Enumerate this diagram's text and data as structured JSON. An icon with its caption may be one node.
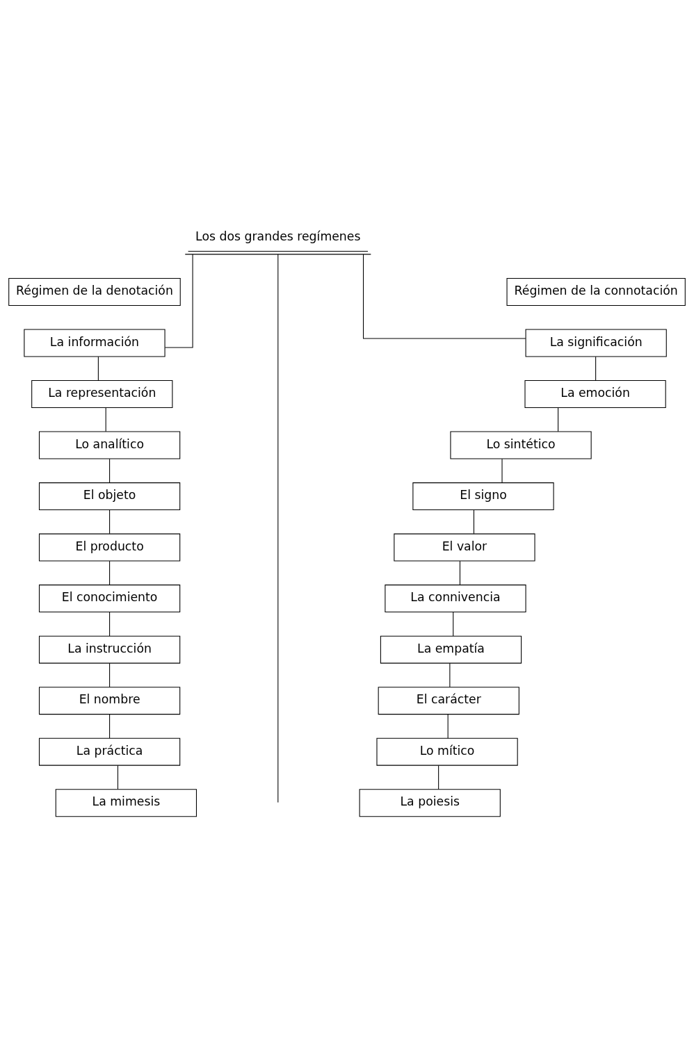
{
  "diagram": {
    "nodes": [
      {
        "text": [
          "Los dos grandes regímenes"
        ]
      },
      {
        "text": [
          "Régimen de la denotación"
        ]
      },
      {
        "text": [
          "Régimen de la connotación"
        ]
      },
      {
        "text": [
          "La información"
        ]
      },
      {
        "text": [
          "La representación"
        ]
      },
      {
        "text": [
          "Lo analítico"
        ]
      },
      {
        "text": [
          "El objeto"
        ]
      },
      {
        "text": [
          "El producto"
        ]
      },
      {
        "text": [
          "El conocimiento"
        ]
      },
      {
        "text": [
          "La instrucción"
        ]
      },
      {
        "text": [
          "El nombre"
        ]
      },
      {
        "text": [
          "La práctica"
        ]
      },
      {
        "text": [
          "La mimesis"
        ]
      },
      {
        "text": [
          "La significación"
        ]
      },
      {
        "text": [
          "La emoción"
        ]
      },
      {
        "text": [
          "Lo sintético"
        ]
      },
      {
        "text": [
          "El signo"
        ]
      },
      {
        "text": [
          "El valor"
        ]
      },
      {
        "text": [
          "La connivencia"
        ]
      },
      {
        "text": [
          "La empatía"
        ]
      },
      {
        "text": [
          "El carácter"
        ]
      },
      {
        "text": [
          "Lo mítico"
        ]
      },
      {
        "text": [
          "La poiesis"
        ]
      }
    ],
    "edges": [
      {
        "from": 0,
        "to": 3,
        "arrow": "none"
      },
      {
        "from": 0,
        "to": 13,
        "arrow": "none"
      },
      {
        "from": 0,
        "to": null,
        "arrow": "none"
      },
      {
        "from": 3,
        "to": 4,
        "arrow": "none"
      },
      {
        "from": 4,
        "to": 5,
        "arrow": "none"
      },
      {
        "from": 5,
        "to": 6,
        "arrow": "none"
      },
      {
        "from": 6,
        "to": 7,
        "arrow": "none"
      },
      {
        "from": 7,
        "to": 8,
        "arrow": "none"
      },
      {
        "from": 8,
        "to": 9,
        "arrow": "none"
      },
      {
        "from": 9,
        "to": 10,
        "arrow": "none"
      },
      {
        "from": 10,
        "to": 11,
        "arrow": "none"
      },
      {
        "from": 11,
        "to": 12,
        "arrow": "none"
      },
      {
        "from": 13,
        "to": 14,
        "arrow": "none"
      },
      {
        "from": 14,
        "to": 15,
        "arrow": "none"
      },
      {
        "from": 15,
        "to": 16,
        "arrow": "none"
      },
      {
        "from": 16,
        "to": 17,
        "arrow": "none"
      },
      {
        "from": 17,
        "to": 18,
        "arrow": "none"
      },
      {
        "from": 18,
        "to": 19,
        "arrow": "none"
      },
      {
        "from": 19,
        "to": 20,
        "arrow": "none"
      },
      {
        "from": 20,
        "to": 21,
        "arrow": "none"
      },
      {
        "from": 21,
        "to": 22,
        "arrow": "none"
      }
    ]
  }
}
